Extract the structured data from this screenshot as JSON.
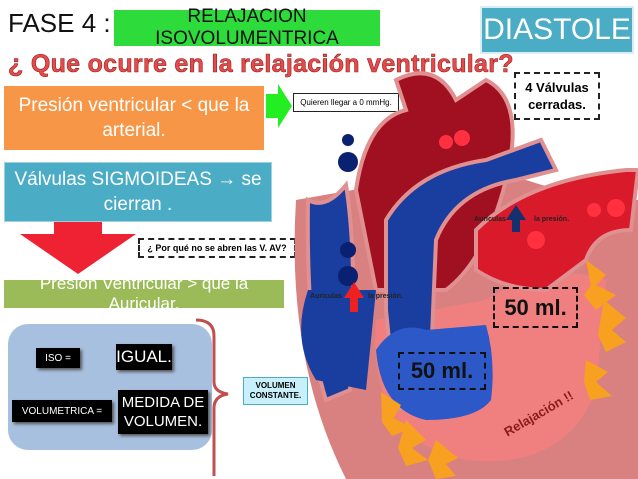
{
  "header": {
    "phase_prefix": "FASE 4 :",
    "phase_name": "RELAJACION  ISOVOLUMENTRICA",
    "cycle_badge": "DIASTOLE",
    "question": "¿ Que ocurre en la relajación ventricular?"
  },
  "left": {
    "pressure_box": "Presión ventricular < que  la arterial.",
    "valves_box": "Válvulas SIGMOIDEAS → se cierran .",
    "av_question": "¿ Por qué no se abren las V. AV?",
    "ventricular_box": "Presión Ventricular > que la Auricular."
  },
  "definitions": {
    "iso_label": "ISO =",
    "iso_meaning": "IGUAL.",
    "volumetrica_label": "VOLUMETRICA  =",
    "volumetrica_meaning": "MEDIDA DE VOLUMEN.",
    "summary": "VOLUMEN CONSTANTE."
  },
  "heart": {
    "target_note": "Quieren llegar a 0 mmHg.",
    "valves_note": "4 Válvulas cerradas.",
    "right_atrium_left": "Auriculas",
    "right_atrium_right": "la presión.",
    "left_atrium_left": "Auriculas",
    "left_atrium_right": "la presión.",
    "left_volume": "50 ml.",
    "right_volume": "50 ml.",
    "relaxation": "Relajación !!"
  },
  "colors": {
    "green": "#2ddc3a",
    "teal": "#4bacc6",
    "orange": "#f79646",
    "olive": "#9bbb59",
    "red": "#e84a4a"
  }
}
